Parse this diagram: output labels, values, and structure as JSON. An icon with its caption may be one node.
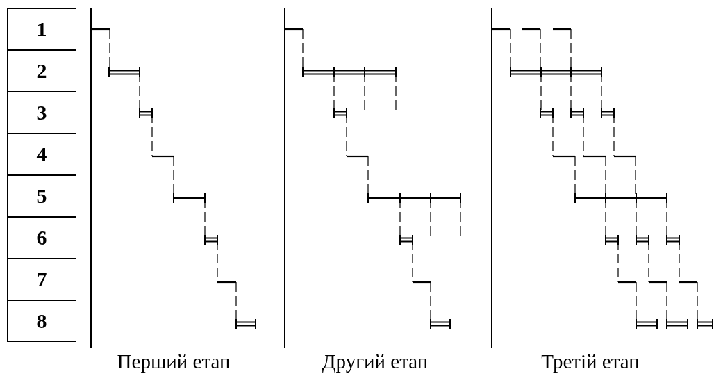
{
  "diagram": {
    "labels": [
      "1",
      "2",
      "3",
      "4",
      "5",
      "6",
      "7",
      "8",
      "Перший етап",
      "Другий етап",
      "Третій етап"
    ]
  }
}
